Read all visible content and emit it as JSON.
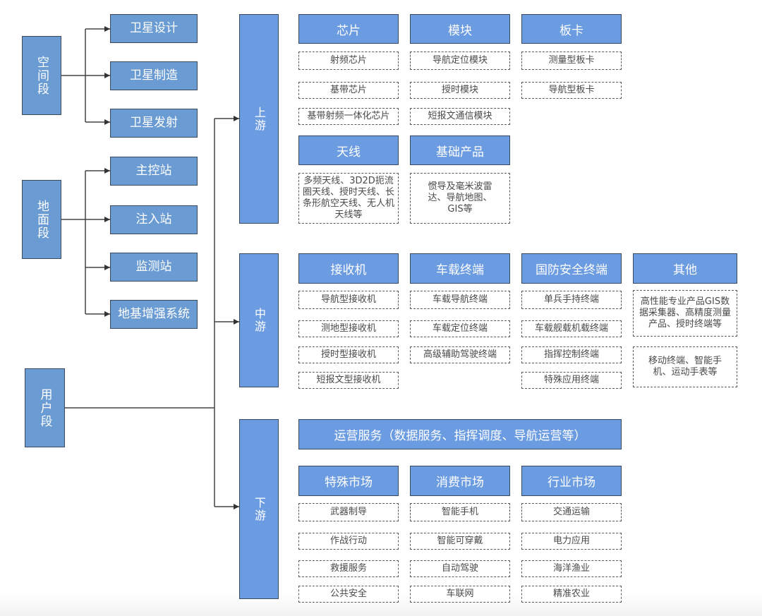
{
  "colors": {
    "segment_fill": "#6a9bd2",
    "header_fill": "#6b9be0",
    "border": "#3a4a5e",
    "item_text": "#4a4a4a"
  },
  "segments": [
    {
      "label": "空间段",
      "children": [
        "卫星设计",
        "卫星制造",
        "卫星发射"
      ]
    },
    {
      "label": "地面段",
      "children": [
        "主控站",
        "注入站",
        "监测站",
        "地基增强系统"
      ]
    },
    {
      "label": "用户段"
    }
  ],
  "stages": {
    "upstream": {
      "label": "上游",
      "groups": [
        {
          "title": "芯片",
          "items": [
            "射频芯片",
            "基带芯片",
            "基带射频一体化芯片"
          ]
        },
        {
          "title": "模块",
          "items": [
            "导航定位模块",
            "授时模块",
            "短报文通信模块"
          ]
        },
        {
          "title": "板卡",
          "items": [
            "测量型板卡",
            "导航型板卡"
          ]
        },
        {
          "title": "天线",
          "items": [
            "多频天线、3D2D扼流圈天线、授时天线、长条形航空天线、无人机天线等"
          ]
        },
        {
          "title": "基础产品",
          "items": [
            "惯导及毫米波雷达、导航地图、GIS等"
          ]
        }
      ]
    },
    "midstream": {
      "label": "中游",
      "groups": [
        {
          "title": "接收机",
          "items": [
            "导航型接收机",
            "测地型接收机",
            "授时型接收机",
            "短报文型接收机"
          ]
        },
        {
          "title": "车载终端",
          "items": [
            "车载导航终端",
            "车载定位终端",
            "高级辅助驾驶终端"
          ]
        },
        {
          "title": "国防安全终端",
          "items": [
            "单兵手持终端",
            "车载舰载机载终端",
            "指挥控制终端",
            "特殊应用终端"
          ]
        },
        {
          "title": "其他",
          "items": [
            "高性能专业产品GIS数据采集器、高精度测量产品、授时终端等",
            "移动终端、智能手机、运动手表等"
          ]
        }
      ]
    },
    "downstream": {
      "label": "下游",
      "service": "运营服务（数据服务、指挥调度、导航运营等）",
      "groups": [
        {
          "title": "特殊市场",
          "items": [
            "武器制导",
            "作战行动",
            "救援服务",
            "公共安全"
          ]
        },
        {
          "title": "消费市场",
          "items": [
            "智能手机",
            "智能可穿戴",
            "自动驾驶",
            "车联网"
          ]
        },
        {
          "title": "行业市场",
          "items": [
            "交通运输",
            "电力应用",
            "海洋渔业",
            "精准农业"
          ]
        }
      ]
    }
  }
}
